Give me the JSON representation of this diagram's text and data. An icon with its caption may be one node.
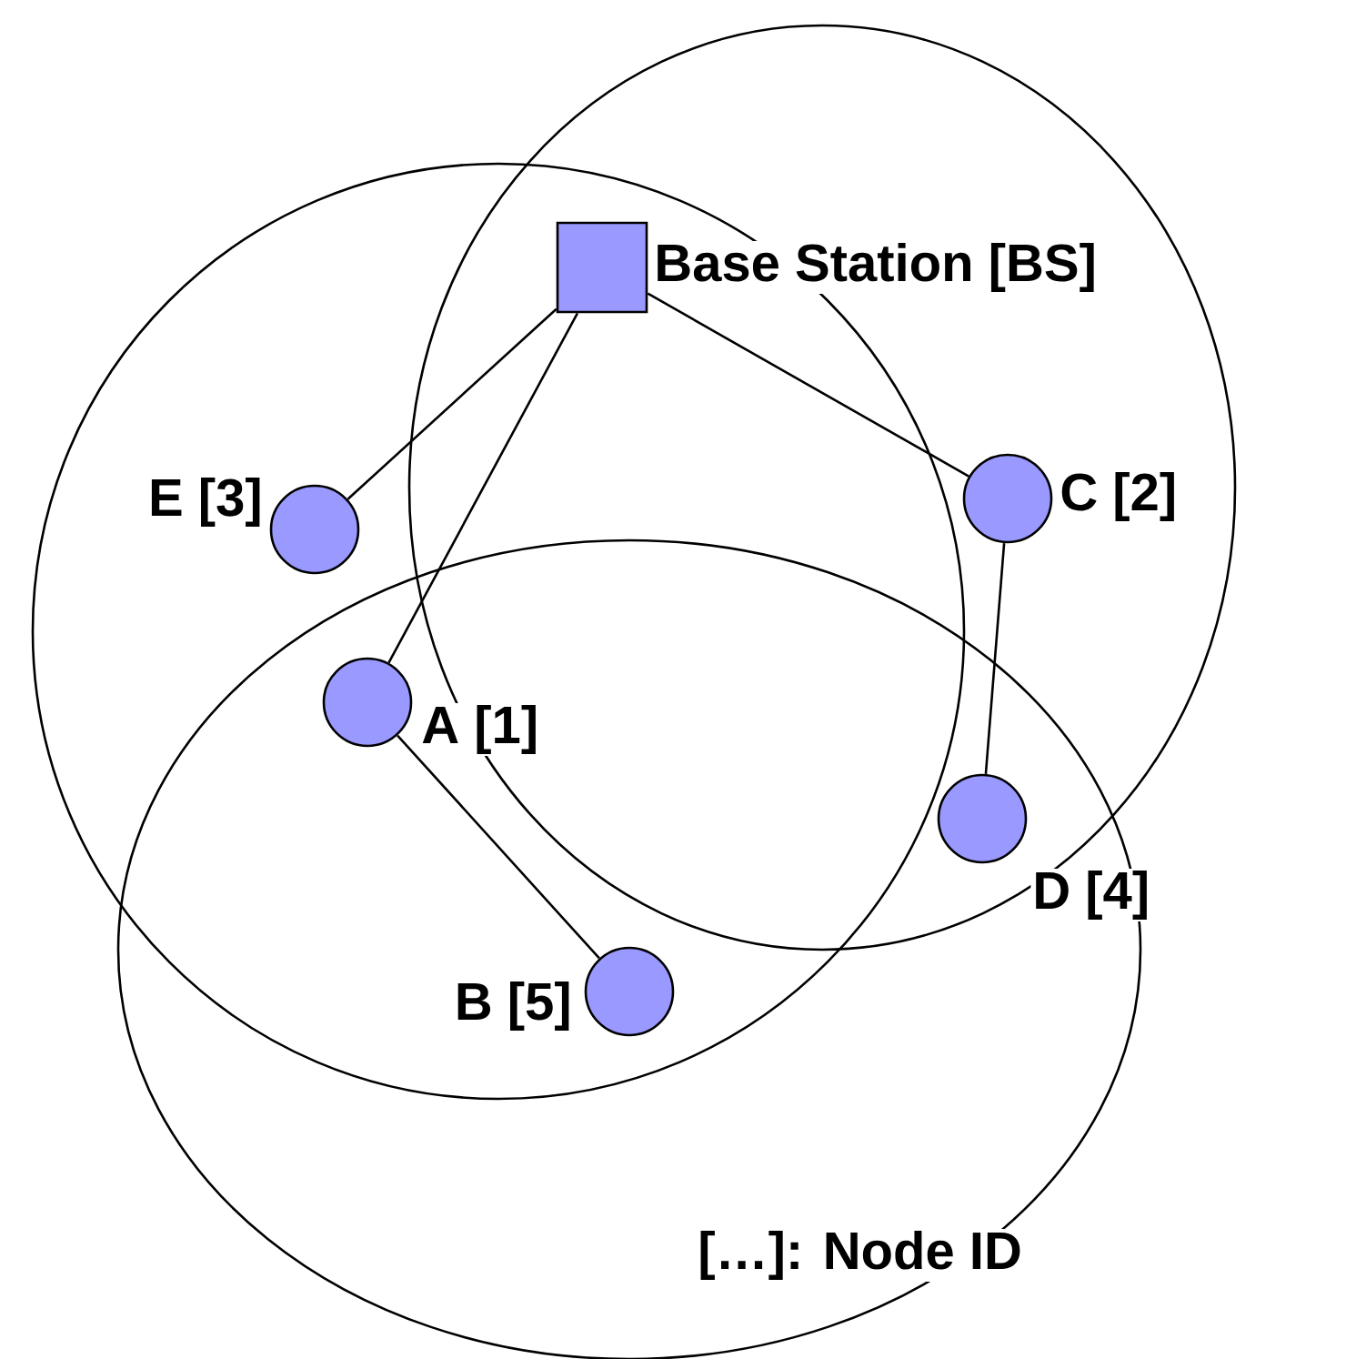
{
  "diagram": {
    "nodes": [
      {
        "text": [],
        "shape": "box",
        "beside": [
          "Base Station [BS]"
        ]
      },
      {
        "text": [],
        "shape": "circle",
        "beside": [
          "E [3]"
        ]
      },
      {
        "text": [],
        "shape": "circle",
        "beside": [
          "C [2]"
        ]
      },
      {
        "text": [],
        "shape": "circle",
        "beside": [
          "A [1]"
        ]
      },
      {
        "text": [],
        "shape": "circle",
        "beside": [
          "D [4]"
        ]
      },
      {
        "text": [],
        "shape": "circle",
        "beside": [
          "B [5]"
        ]
      }
    ],
    "edges": [
      {
        "from": 0,
        "to": 1,
        "arrow": "none"
      },
      {
        "from": 0,
        "to": 3,
        "arrow": "none"
      },
      {
        "from": 0,
        "to": 2,
        "arrow": "none"
      },
      {
        "from": 2,
        "to": 4,
        "arrow": "none"
      },
      {
        "from": 3,
        "to": 5,
        "arrow": "none"
      }
    ],
    "labels": [
      "[…]: Node ID"
    ]
  }
}
